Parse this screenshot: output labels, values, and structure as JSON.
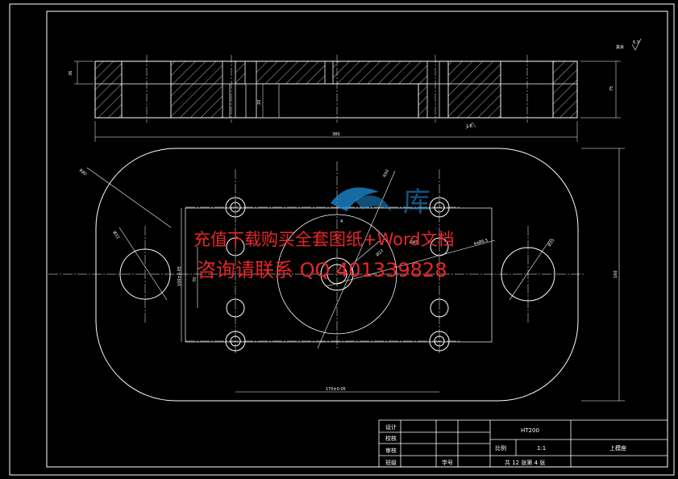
{
  "watermark": {
    "line1": "充值下载购买全套图纸+Word文档",
    "line2": "咨询请联系 QQ 401339828",
    "logo_char": "库"
  },
  "surface_finish": {
    "label": "其余",
    "value": "6.3"
  },
  "dimensions": {
    "top_height": "36",
    "pocket_depth": "20",
    "right_height": "75",
    "total_length": "380",
    "roughness": "1.6",
    "r1": "R80",
    "r2": "R50",
    "d_small": "Ø32",
    "d_mid": "Ø22",
    "d_center": "Ø45",
    "d_right": "Ø35",
    "d_bolt": "4xØ8.5",
    "v_bolt_spacing": "100±0.05",
    "v_mid": "70",
    "h_spacing": "170±0.05",
    "height_total": "160",
    "small_label": "4"
  },
  "title_block": {
    "design_label": "设计",
    "check_label": "校核",
    "review_label": "审核",
    "class_label": "班级",
    "student_id_label": "学号",
    "material": "HT200",
    "scale_label": "比例",
    "scale_value": "1:1",
    "sheet_info": "共 12 张第 4 张",
    "part_name": "上模座"
  }
}
